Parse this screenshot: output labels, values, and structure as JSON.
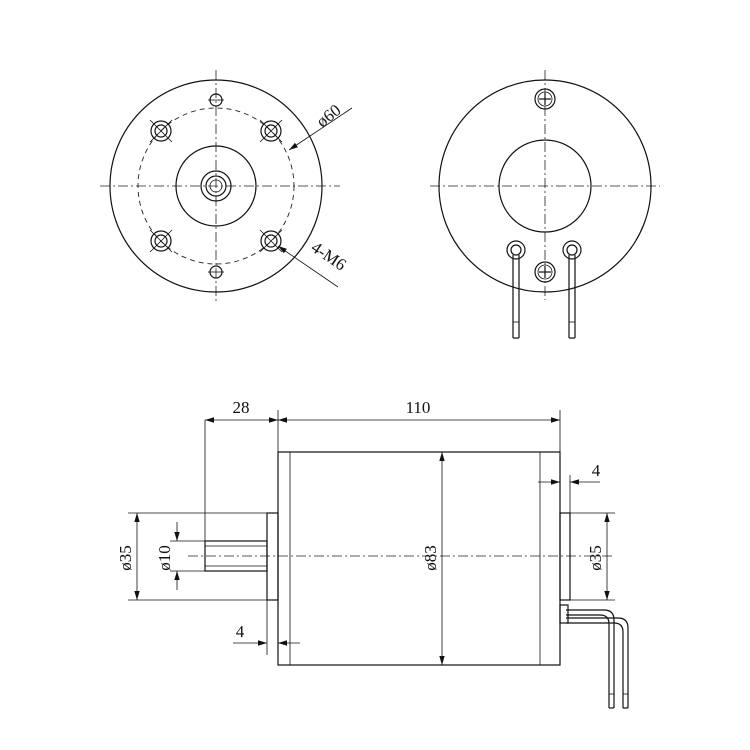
{
  "front_view": {
    "pitch_circle_label": "ø60",
    "holes_label": "4-M6"
  },
  "rear_view": {},
  "side_view": {
    "shaft_length_label": "28",
    "body_length_label": "110",
    "flange_thickness_label": "4",
    "rear_boss_thickness_label": "4",
    "boss_diameter_label": "ø35",
    "shaft_diameter_label": "ø10",
    "body_diameter_label": "ø83",
    "rear_boss_diameter_label": "ø35"
  }
}
